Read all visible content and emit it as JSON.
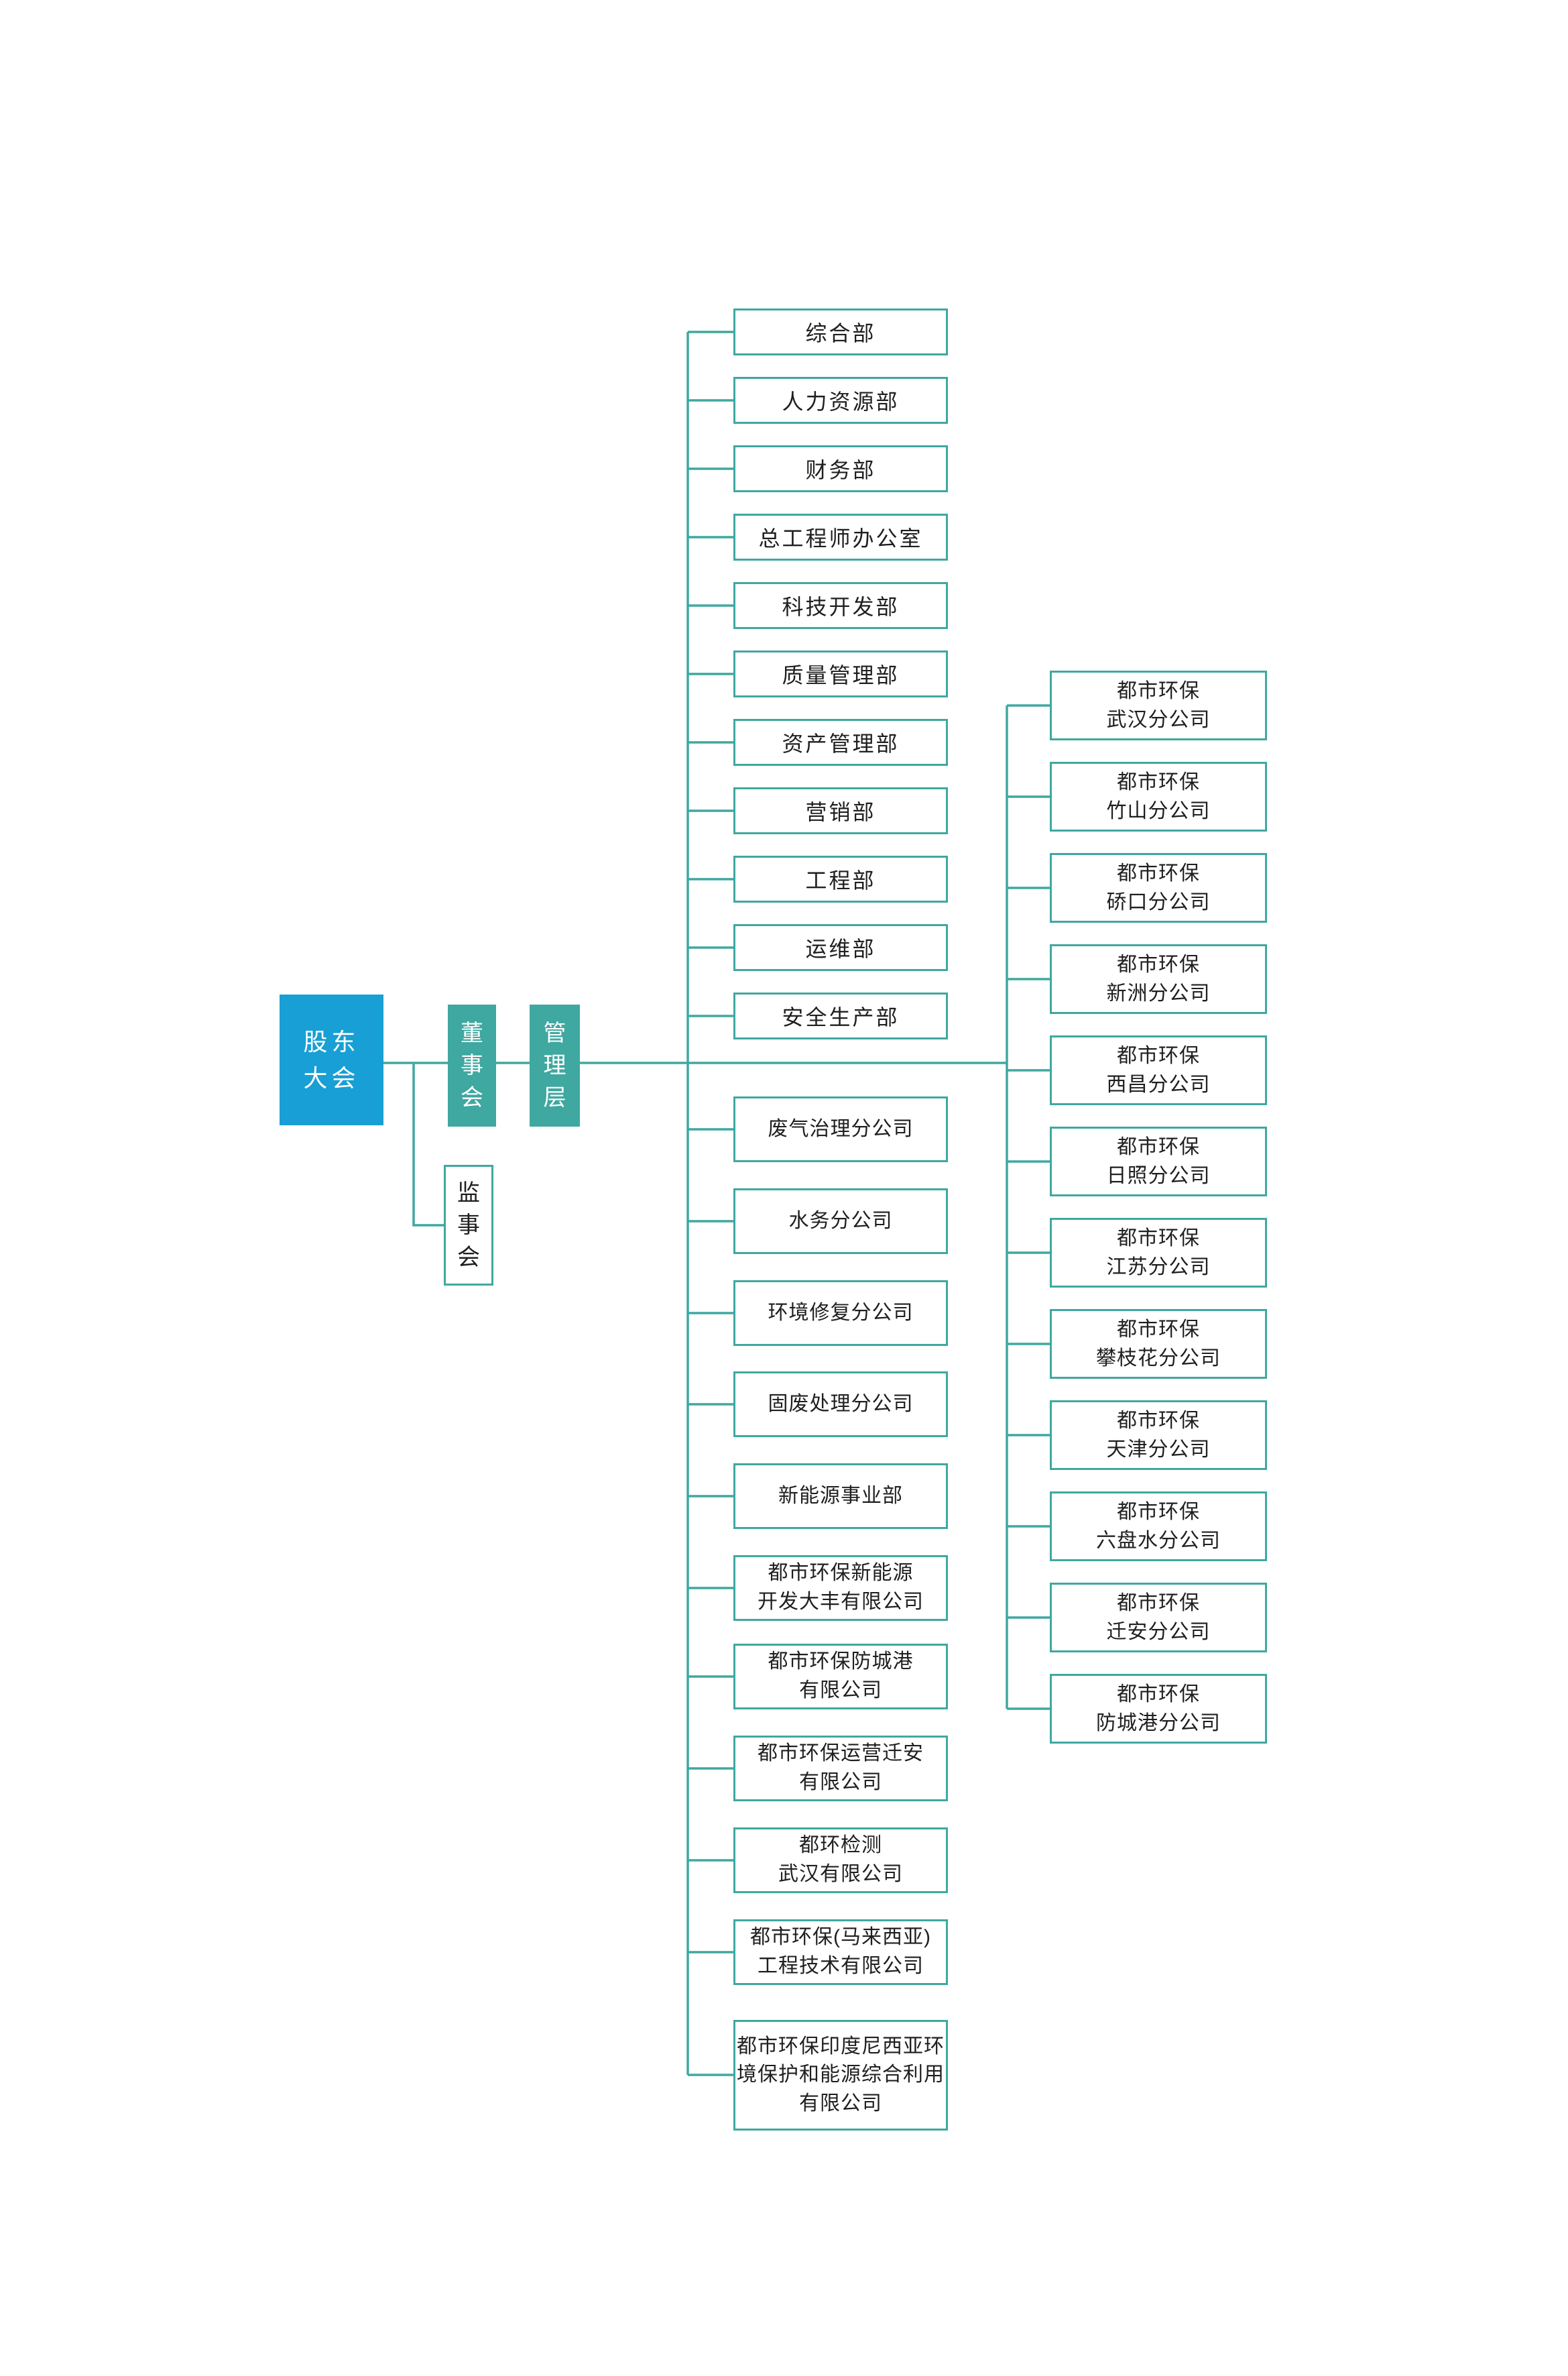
{
  "palette": {
    "accent_blue": "#189fd5",
    "accent_teal": "#3fa8a0",
    "line_color": "#3fa8a0",
    "box_text": "#1f1f1f",
    "box_background": "#ffffff"
  },
  "governance": {
    "shareholders": "股东\n大会",
    "board": "董\n事\n会",
    "management": "管\n理\n层",
    "supervisory": "监\n事\n会"
  },
  "departments": [
    "综合部",
    "人力资源部",
    "财务部",
    "总工程师办公室",
    "科技开发部",
    "质量管理部",
    "资产管理部",
    "营销部",
    "工程部",
    "运维部",
    "安全生产部"
  ],
  "subsidiaries": [
    "废气治理分公司",
    "水务分公司",
    "环境修复分公司",
    "固废处理分公司",
    "新能源事业部",
    "都市环保新能源\n开发大丰有限公司",
    "都市环保防城港\n有限公司",
    "都市环保运营迁安\n有限公司",
    "都环检测\n武汉有限公司",
    "都市环保(马来西亚)\n工程技术有限公司",
    "都市环保印度尼西亚环\n境保护和能源综合利用\n有限公司"
  ],
  "branches": [
    "都市环保\n武汉分公司",
    "都市环保\n竹山分公司",
    "都市环保\n硚口分公司",
    "都市环保\n新洲分公司",
    "都市环保\n西昌分公司",
    "都市环保\n日照分公司",
    "都市环保\n江苏分公司",
    "都市环保\n攀枝花分公司",
    "都市环保\n天津分公司",
    "都市环保\n六盘水分公司",
    "都市环保\n迁安分公司",
    "都市环保\n防城港分公司"
  ]
}
